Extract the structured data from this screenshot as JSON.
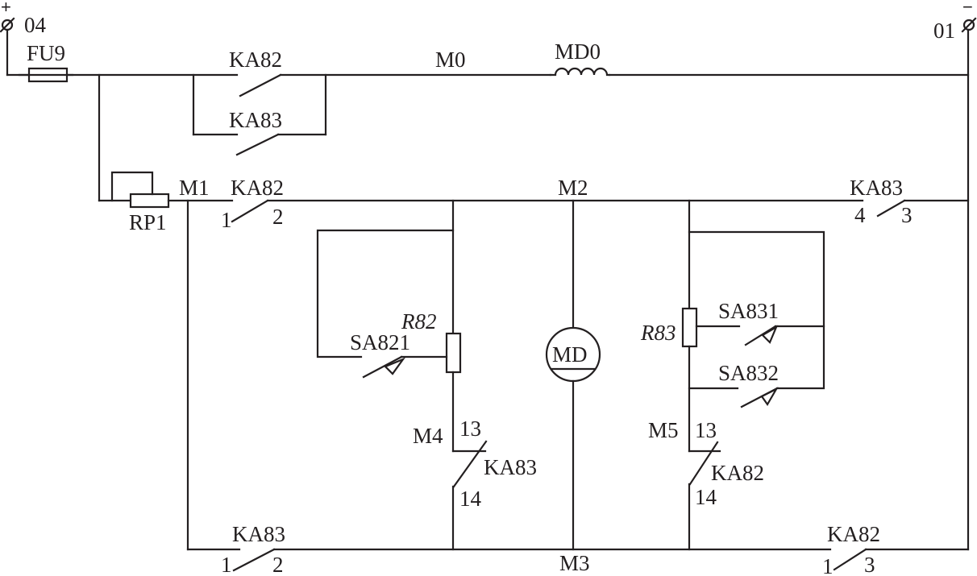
{
  "diagram": {
    "type": "electrical-schematic",
    "terminals": {
      "positive": {
        "polarity": "+",
        "label": "04"
      },
      "negative": {
        "polarity": "−",
        "label": "01"
      }
    },
    "components": {
      "fuse": "FU9",
      "rheostat": "RP1",
      "top_contact_1": "KA82",
      "top_contact_2": "KA83",
      "coil": "MD0",
      "mid_left_contact": {
        "name": "KA82",
        "pin_a": "1",
        "pin_b": "2"
      },
      "mid_right_contact": {
        "name": "KA83",
        "pin_a": "4",
        "pin_b": "3"
      },
      "bottom_left_contact": {
        "name": "KA83",
        "pin_a": "1",
        "pin_b": "2"
      },
      "bottom_right_contact": {
        "name": "KA82",
        "pin_a": "1",
        "pin_b": "3"
      },
      "resistor_left": "R82",
      "resistor_right": "R83",
      "switch_left": "SA821",
      "switch_right_1": "SA831",
      "switch_right_2": "SA832",
      "motor": "MD",
      "nc_contact_left": {
        "name": "KA83",
        "pin_a": "13",
        "pin_b": "14"
      },
      "nc_contact_right": {
        "name": "KA82",
        "pin_a": "13",
        "pin_b": "14"
      }
    },
    "nodes": {
      "m0": "M0",
      "m1": "M1",
      "m2": "M2",
      "m3": "M3",
      "m4": "M4",
      "m5": "M5"
    }
  }
}
